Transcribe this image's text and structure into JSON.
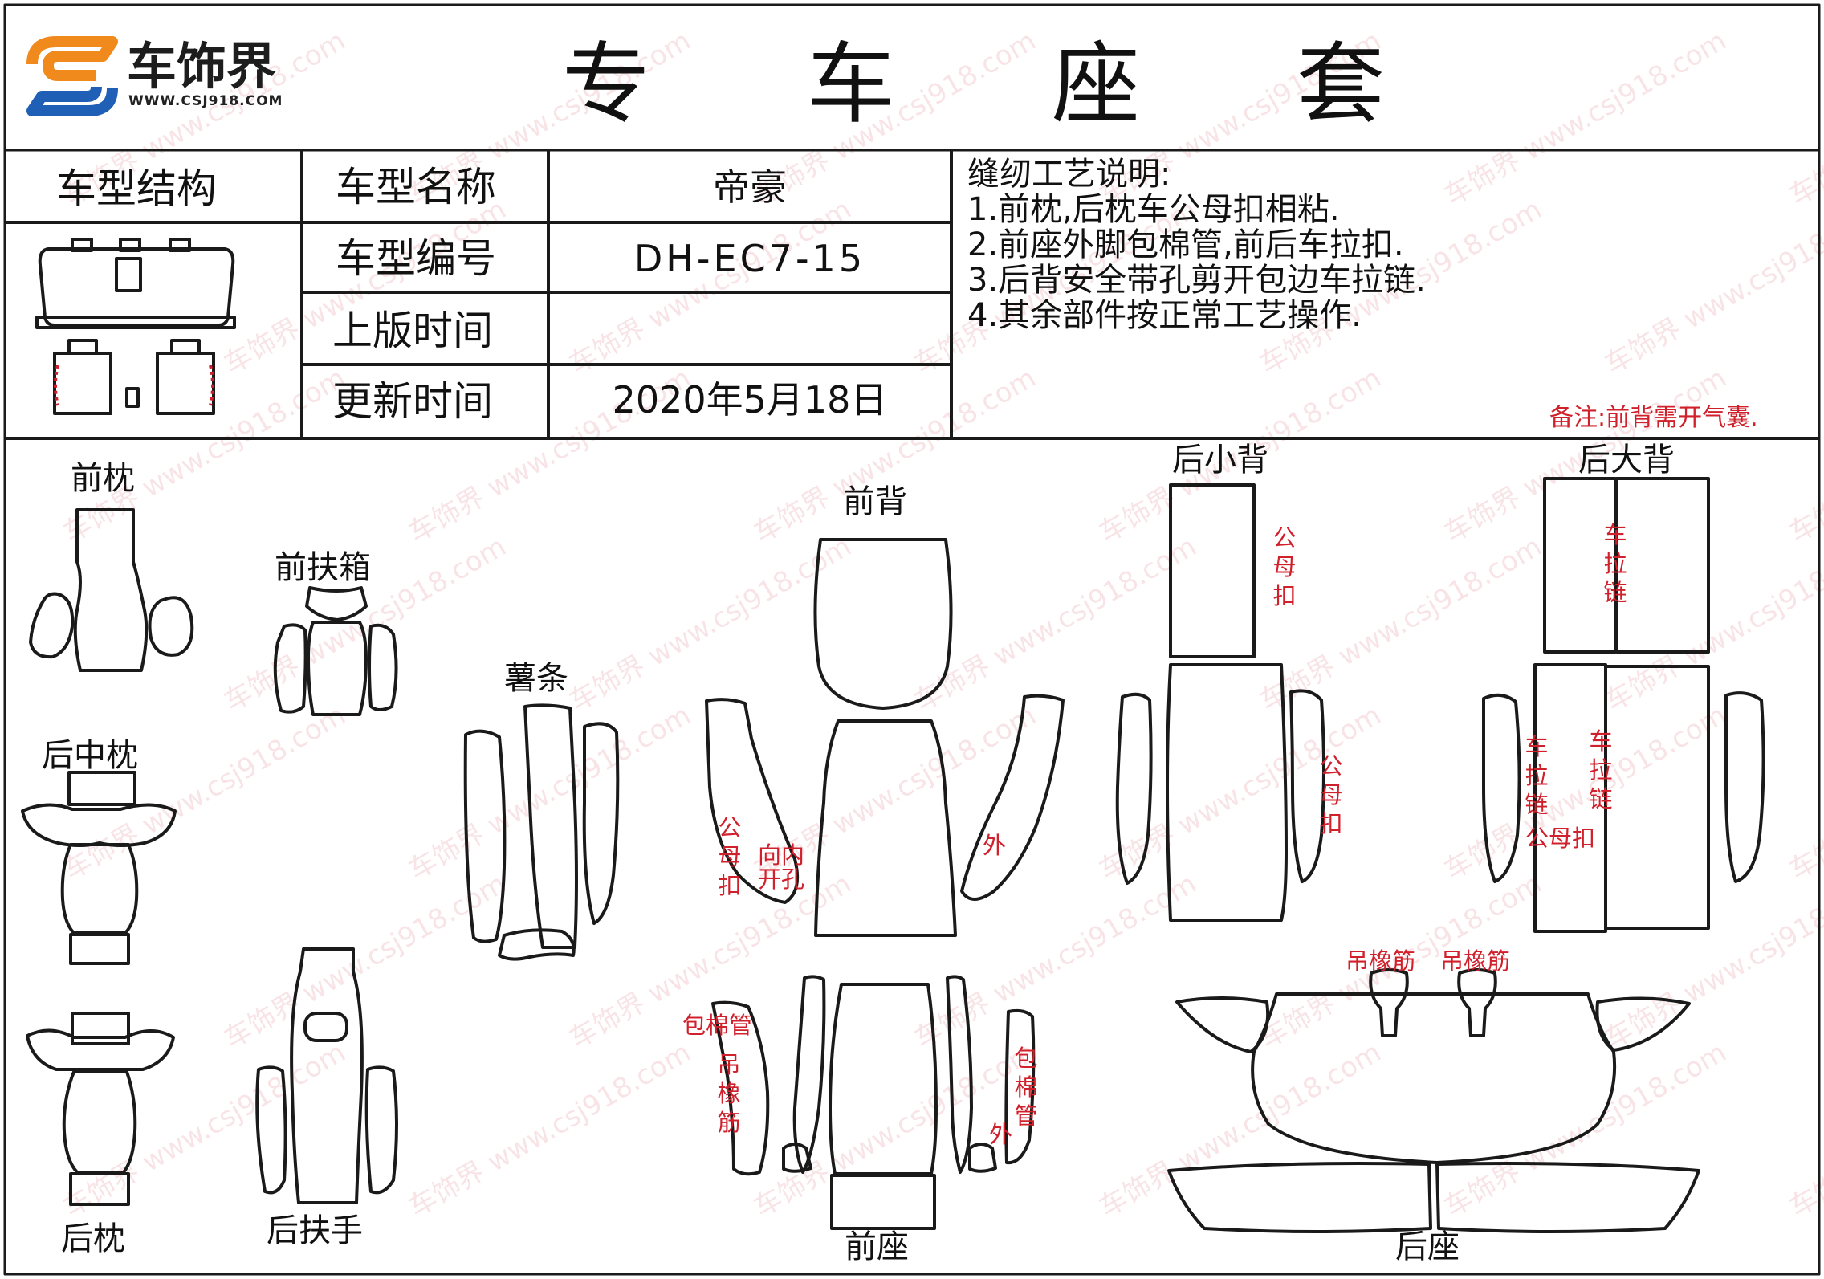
{
  "header": {
    "title": "专 车 座 套",
    "brand_name": "车饰界",
    "brand_url": "WWW.CSJ918.COM"
  },
  "info_table": {
    "structure_label": "车型结构",
    "name_label": "车型名称",
    "name_value": "帝豪",
    "code_label": "车型编号",
    "code_value": "DH-EC7-15",
    "release_label": "上版时间",
    "release_value": "",
    "update_label": "更新时间",
    "update_value": "2020年5月18日"
  },
  "sewing_notes": {
    "title": "缝纫工艺说明:",
    "items": [
      "1.前枕,后枕车公母扣相粘.",
      "2.前座外脚包棉管,前后车拉扣.",
      "3.后背安全带孔剪开包边车拉链.",
      "4.其余部件按正常工艺操作."
    ],
    "remark": "备注:前背需开气囊."
  },
  "pieces": {
    "front_headrest": "前枕",
    "front_armbox": "前扶箱",
    "rear_mid_headrest": "后中枕",
    "rear_headrest": "后枕",
    "rear_armrest": "后扶手",
    "strip": "薯条",
    "front_back": "前背",
    "front_seat": "前座",
    "rear_small_back": "后小背",
    "rear_big_back": "后大背",
    "rear_seat": "后座"
  },
  "annotations": {
    "snap_v": "公母扣",
    "zipper_v": "车拉链",
    "snap": "公母扣",
    "inward_hole_a": "向内",
    "inward_hole_b": "开孔",
    "outer": "外",
    "cotton_tube": "包棉管",
    "elastic_v": "吊橡筋",
    "cotton_tube_v": "包棉管",
    "elastic": "吊橡筋"
  },
  "watermark": "车饰界 www.csj918.com",
  "colors": {
    "annotation_red": "#d0202b",
    "line": "#1a1a1a",
    "logo_orange": "#f08a1c",
    "logo_blue": "#1f5fb5"
  }
}
